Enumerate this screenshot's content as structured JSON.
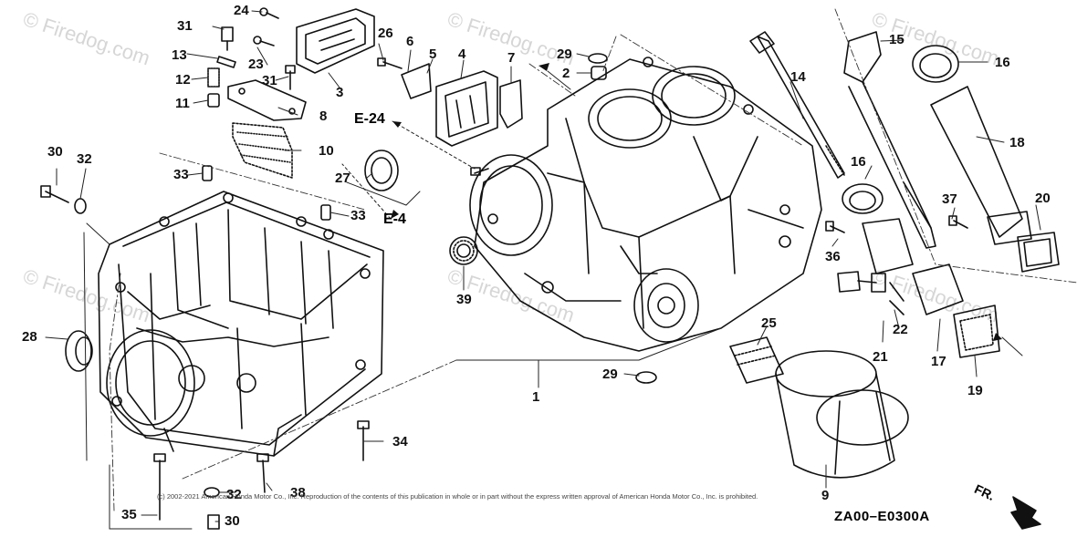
{
  "watermark": "© Firedog.com",
  "copyright": "(c) 2002-2021 American Honda Motor Co., Inc. Reproduction of the contents of this publication in whole or in part without the express written approval of American Honda Motor Co., Inc. is prohibited.",
  "diagram_code": "ZA00–E0300A",
  "direction_label": "FR.",
  "section_refs": {
    "e24": "E-24",
    "e4": "E-4"
  },
  "callouts": [
    {
      "id": "c1",
      "label": "1"
    },
    {
      "id": "c2",
      "label": "2"
    },
    {
      "id": "c3",
      "label": "3"
    },
    {
      "id": "c4",
      "label": "4"
    },
    {
      "id": "c5",
      "label": "5"
    },
    {
      "id": "c6",
      "label": "6"
    },
    {
      "id": "c7",
      "label": "7"
    },
    {
      "id": "c8",
      "label": "8"
    },
    {
      "id": "c9",
      "label": "9"
    },
    {
      "id": "c10",
      "label": "10"
    },
    {
      "id": "c11",
      "label": "11"
    },
    {
      "id": "c12",
      "label": "12"
    },
    {
      "id": "c13",
      "label": "13"
    },
    {
      "id": "c14",
      "label": "14"
    },
    {
      "id": "c15",
      "label": "15"
    },
    {
      "id": "c16a",
      "label": "16"
    },
    {
      "id": "c16b",
      "label": "16"
    },
    {
      "id": "c17",
      "label": "17"
    },
    {
      "id": "c18",
      "label": "18"
    },
    {
      "id": "c19",
      "label": "19"
    },
    {
      "id": "c20",
      "label": "20"
    },
    {
      "id": "c21",
      "label": "21"
    },
    {
      "id": "c22",
      "label": "22"
    },
    {
      "id": "c23",
      "label": "23"
    },
    {
      "id": "c24",
      "label": "24"
    },
    {
      "id": "c25",
      "label": "25"
    },
    {
      "id": "c26",
      "label": "26"
    },
    {
      "id": "c27",
      "label": "27"
    },
    {
      "id": "c28",
      "label": "28"
    },
    {
      "id": "c29a",
      "label": "29"
    },
    {
      "id": "c29b",
      "label": "29"
    },
    {
      "id": "c30a",
      "label": "30"
    },
    {
      "id": "c30b",
      "label": "30"
    },
    {
      "id": "c31a",
      "label": "31"
    },
    {
      "id": "c31b",
      "label": "31"
    },
    {
      "id": "c32a",
      "label": "32"
    },
    {
      "id": "c32b",
      "label": "32"
    },
    {
      "id": "c33a",
      "label": "33"
    },
    {
      "id": "c33b",
      "label": "33"
    },
    {
      "id": "c34",
      "label": "34"
    },
    {
      "id": "c35",
      "label": "35"
    },
    {
      "id": "c36",
      "label": "36"
    },
    {
      "id": "c37",
      "label": "37"
    },
    {
      "id": "c38",
      "label": "38"
    },
    {
      "id": "c39",
      "label": "39"
    }
  ]
}
